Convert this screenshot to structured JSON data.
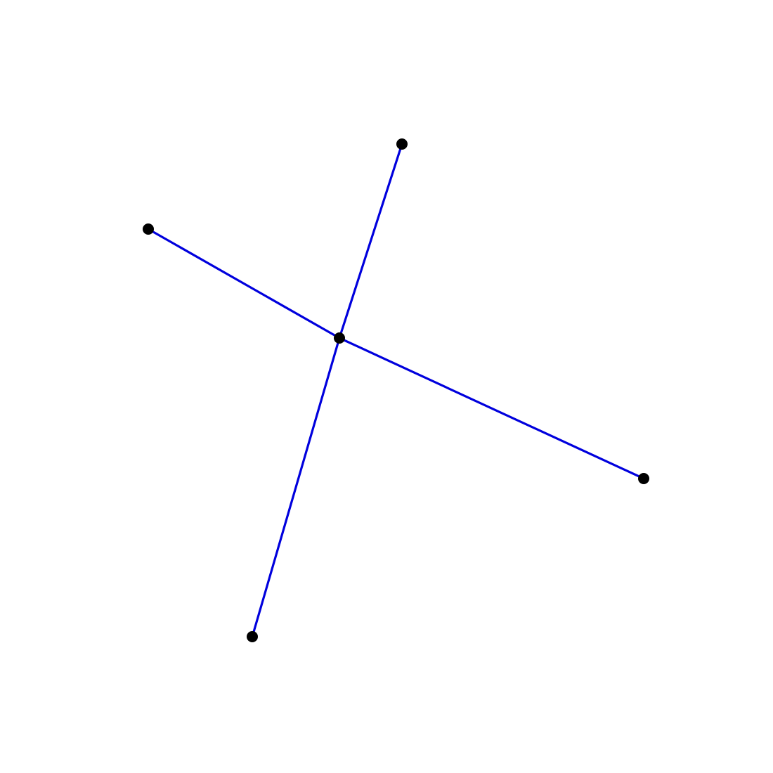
{
  "diagram": {
    "type": "star-graph",
    "center_node": "center",
    "nodes": [
      {
        "id": "center"
      },
      {
        "id": "top"
      },
      {
        "id": "left"
      },
      {
        "id": "right"
      },
      {
        "id": "bottom"
      }
    ],
    "edges": [
      {
        "from": "center",
        "to": "top"
      },
      {
        "from": "center",
        "to": "left"
      },
      {
        "from": "center",
        "to": "right"
      },
      {
        "from": "center",
        "to": "bottom"
      }
    ],
    "colors": {
      "edge": "#0000dd",
      "node": "#000000",
      "background": "#ffffff"
    }
  }
}
